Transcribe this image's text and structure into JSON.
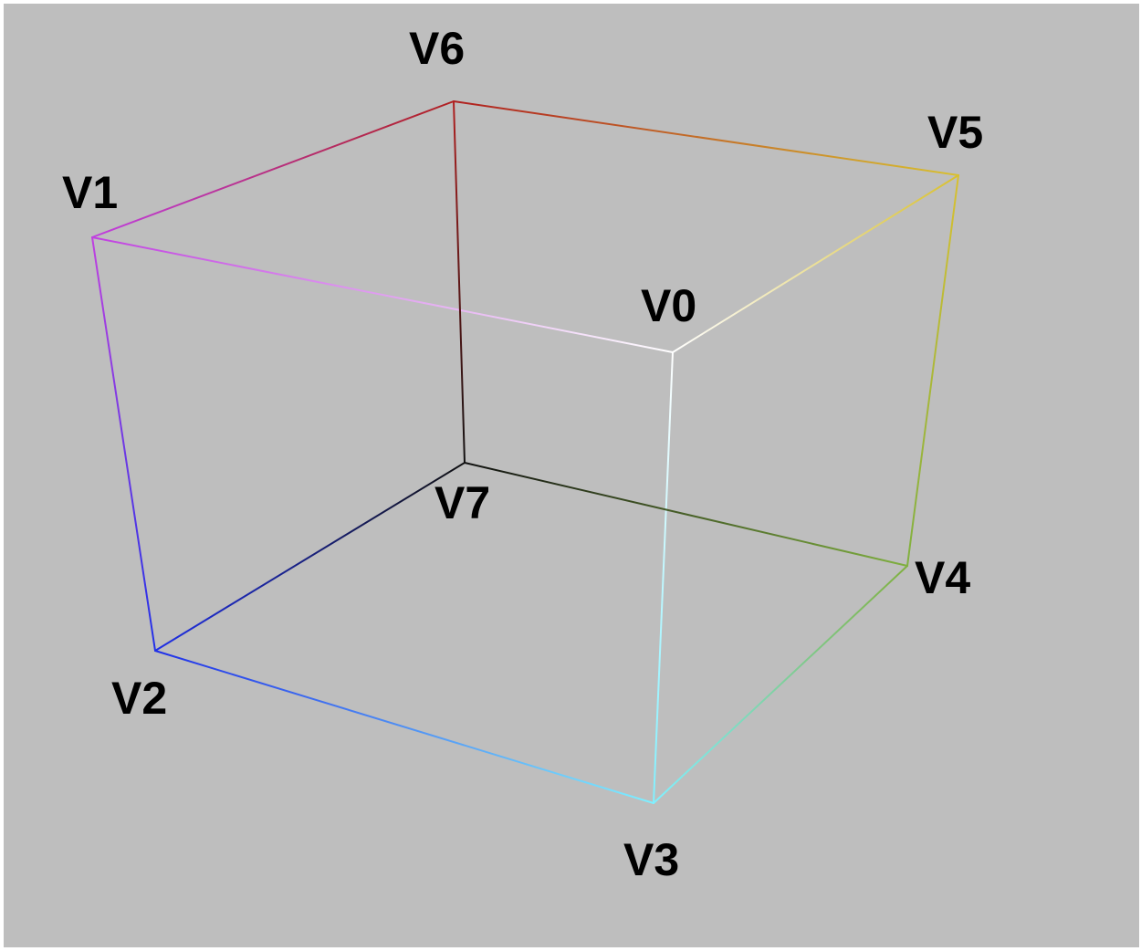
{
  "vertices": [
    {
      "id": "v0",
      "label": "V0",
      "color": "#ffffff"
    },
    {
      "id": "v1",
      "label": "V1",
      "color": "#c040e0"
    },
    {
      "id": "v2",
      "label": "V2",
      "color": "#2030e8"
    },
    {
      "id": "v3",
      "label": "V3",
      "color": "#80f0ff"
    },
    {
      "id": "v4",
      "label": "V4",
      "color": "#80b040"
    },
    {
      "id": "v5",
      "label": "V5",
      "color": "#d8c030"
    },
    {
      "id": "v6",
      "label": "V6",
      "color": "#b02020"
    },
    {
      "id": "v7",
      "label": "V7",
      "color": "#101010"
    }
  ],
  "edges": [
    [
      "v1",
      "v6"
    ],
    [
      "v6",
      "v5"
    ],
    [
      "v1",
      "v0"
    ],
    [
      "v0",
      "v5"
    ],
    [
      "v6",
      "v7"
    ],
    [
      "v1",
      "v2"
    ],
    [
      "v0",
      "v3"
    ],
    [
      "v5",
      "v4"
    ],
    [
      "v7",
      "v2"
    ],
    [
      "v7",
      "v4"
    ],
    [
      "v2",
      "v3"
    ],
    [
      "v3",
      "v4"
    ]
  ]
}
